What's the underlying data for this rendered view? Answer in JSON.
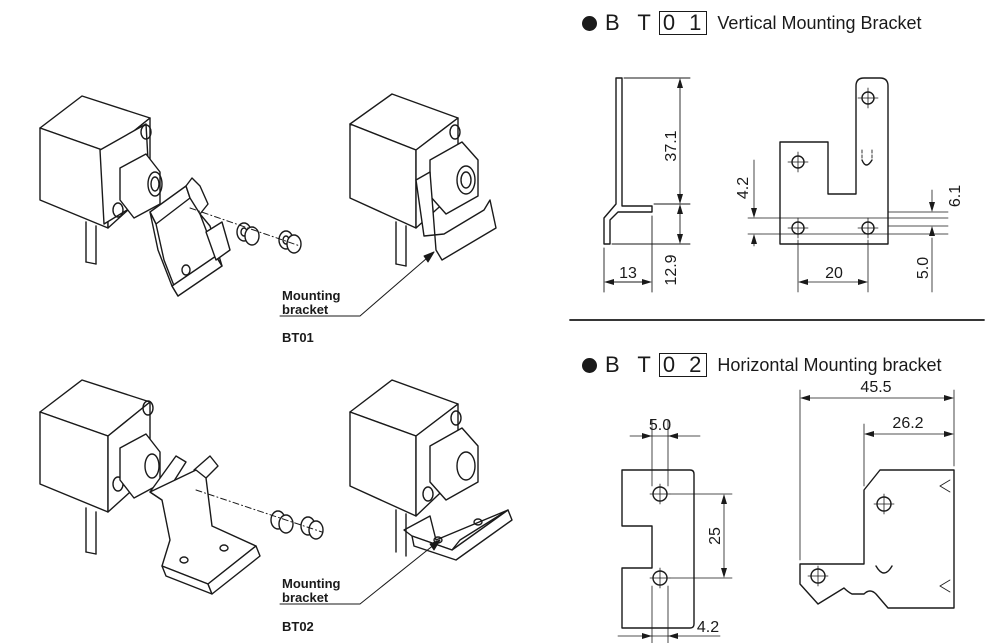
{
  "left_labels": {
    "bt01_mount": "Mounting\nbracket",
    "bt01_code": "BT01",
    "bt02_mount": "Mounting\nbracket",
    "bt02_code": "BT02"
  },
  "bt01_header": {
    "prefix": "B T",
    "boxed": "0 1",
    "title": "Vertical Mounting Bracket"
  },
  "bt02_header": {
    "prefix": "B T",
    "boxed": "0 2",
    "title": "Horizontal Mounting bracket"
  },
  "bt01_dims": {
    "height_upper": "37.1",
    "height_lower": "12.9",
    "width": "13",
    "hole_dia": "4.2",
    "hole_pitch": "20",
    "slot_top": "6.1",
    "slot_bottom": "5.0"
  },
  "bt02_dims": {
    "slot_width": "5.0",
    "hole_pitch": "25",
    "hole_dia": "4.2",
    "overall_width": "45.5",
    "inner_width": "26.2"
  }
}
